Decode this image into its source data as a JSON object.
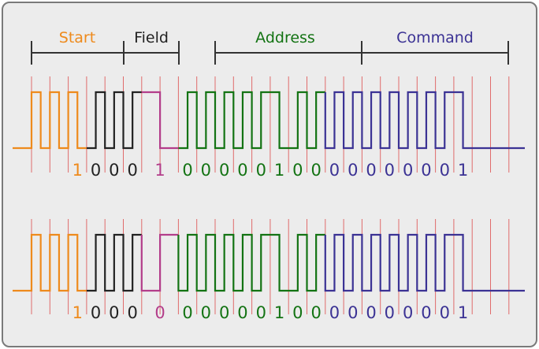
{
  "labels": {
    "start": "Start",
    "field": "Field",
    "address": "Address",
    "command": "Command"
  },
  "colors": {
    "start": "#ee8a1c",
    "field": "#222222",
    "toggle": "#b33d8a",
    "address": "#137313",
    "command": "#3b3294",
    "gridline": "#e06b6b",
    "bracket": "#333333",
    "background": "#ececec"
  },
  "frames": [
    {
      "start_bit": "1",
      "field_bits": [
        "0",
        "0",
        "0"
      ],
      "toggle_bit": "1",
      "address_bits": [
        "0",
        "0",
        "0",
        "0",
        "0",
        "1",
        "0",
        "0"
      ],
      "command_bits": [
        "0",
        "0",
        "0",
        "0",
        "0",
        "0",
        "0",
        "1"
      ]
    },
    {
      "start_bit": "1",
      "field_bits": [
        "0",
        "0",
        "0"
      ],
      "toggle_bit": "0",
      "address_bits": [
        "0",
        "0",
        "0",
        "0",
        "0",
        "1",
        "0",
        "0"
      ],
      "command_bits": [
        "0",
        "0",
        "0",
        "0",
        "0",
        "0",
        "0",
        "1"
      ]
    }
  ]
}
